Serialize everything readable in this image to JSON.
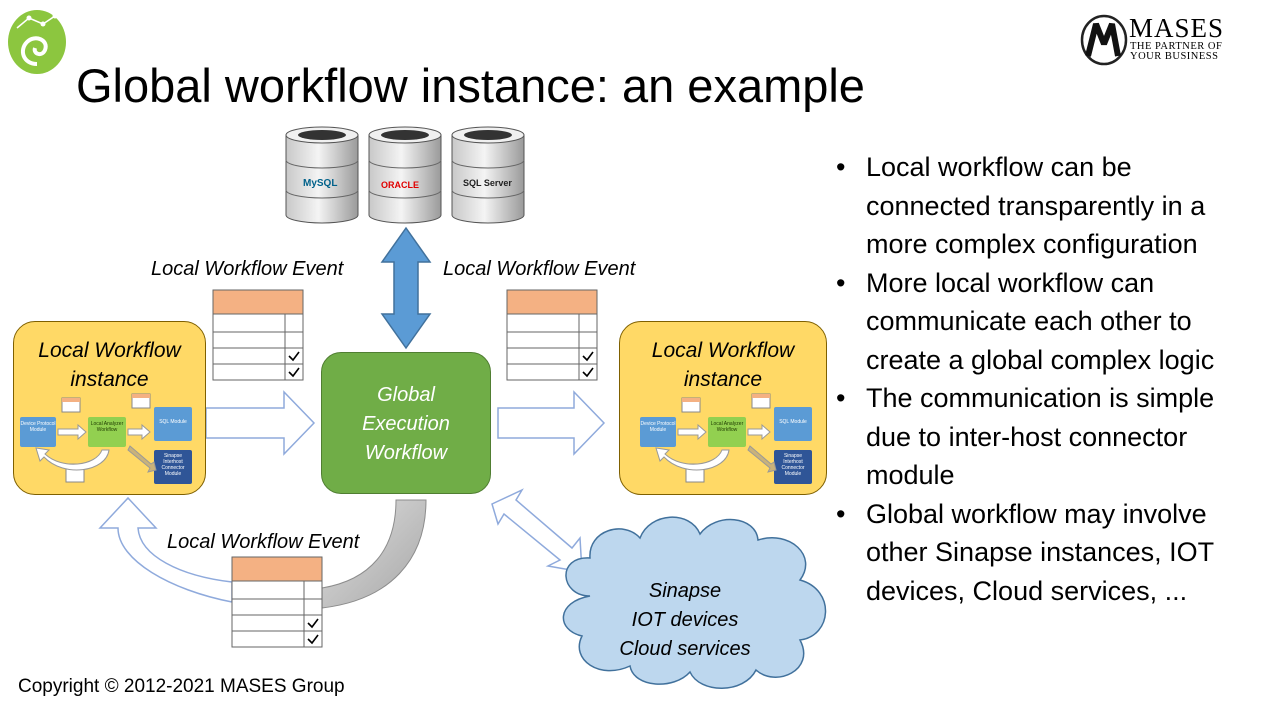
{
  "slide": {
    "title": "Global workflow instance: an example",
    "copyright": "Copyright © 2012-2021  MASES Group"
  },
  "logo": {
    "name": "MASES",
    "tagline_line1": "THE PARTNER OF",
    "tagline_line2": "YOUR BUSINESS"
  },
  "bullets": [
    {
      "marker": "•",
      "text_lines": [
        "Local workflow can be",
        "connected transparently in a",
        "more complex configuration"
      ]
    },
    {
      "marker": "•",
      "text_lines": [
        "More local workflow can",
        "communicate each other to",
        "create a global complex logic"
      ]
    },
    {
      "marker": "•",
      "text_lines": [
        "The communication is simple",
        "due to inter-host connector",
        "module"
      ]
    },
    {
      "marker": "•",
      "text_lines": [
        "Global workflow may involve",
        "other Sinapse instances, IOT",
        "devices, Cloud services, ..."
      ]
    }
  ],
  "diagram": {
    "databases": [
      "MySQL",
      "ORACLE",
      "SQL Server"
    ],
    "event_label_left": "Local Workflow Event",
    "event_label_right": "Local Workflow Event",
    "event_label_bottom": "Local Workflow Event",
    "local_left": {
      "line1": "Local Workflow",
      "line2": "instance"
    },
    "local_right": {
      "line1": "Local Workflow",
      "line2": "instance"
    },
    "global": {
      "line1": "Global",
      "line2": "Execution",
      "line3": "Workflow"
    },
    "cloud": {
      "line1": "Sinapse",
      "line2": "IOT devices",
      "line3": "Cloud services"
    },
    "mini_modules": {
      "device": "Device Protocol Module",
      "analyzer": "Local Analyzer Workflow",
      "sql": "SQL Module",
      "connector": "Sinapse Interhost Connector Module"
    }
  },
  "colors": {
    "local_box": "#ffd966",
    "global_box": "#70ad47",
    "cloud": "#bdd7ee",
    "arrow_blue": "#5b9bd5",
    "event_header": "#f4b183"
  }
}
